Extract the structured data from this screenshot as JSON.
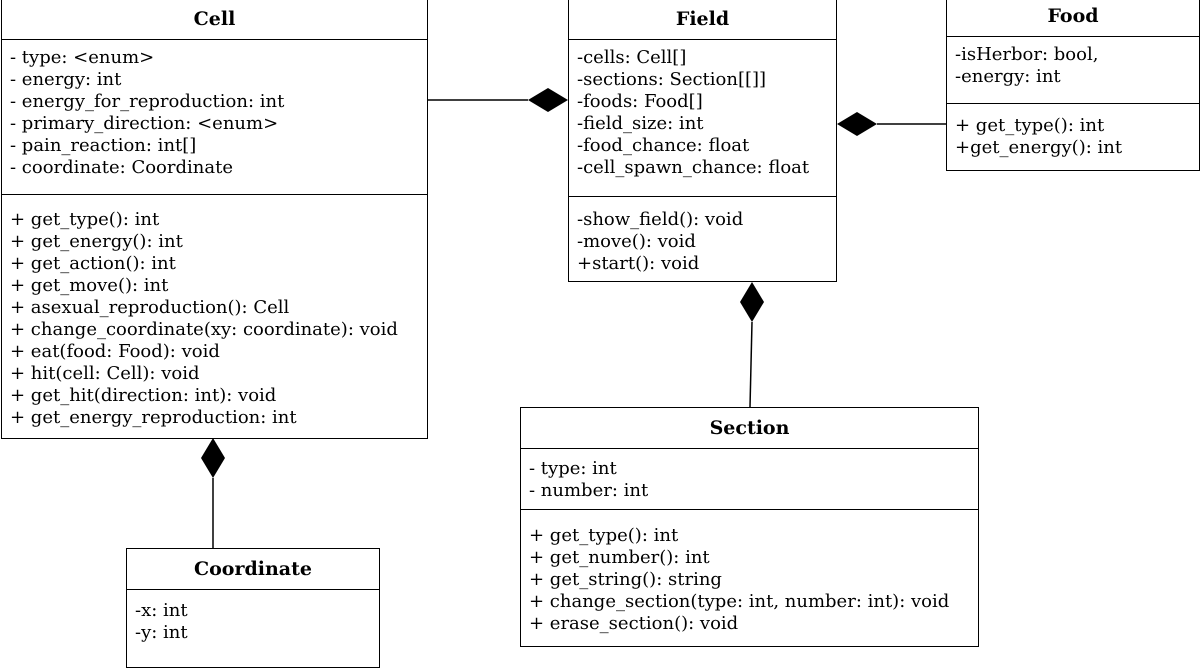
{
  "classes": {
    "cell": {
      "name": "Cell",
      "attributes": [
        "- type: <enum>",
        "- energy: int",
        "- energy_for_reproduction: int",
        "- primary_direction: <enum>",
        "- pain_reaction: int[]",
        "- coordinate: Coordinate"
      ],
      "methods": [
        "+ get_type(): int",
        "+ get_energy(): int",
        "+ get_action(): int",
        "+ get_move(): int",
        "+ asexual_reproduction(): Cell",
        "+ change_coordinate(xy: coordinate): void",
        "+ eat(food: Food): void",
        "+ hit(cell: Cell): void",
        "+ get_hit(direction: int): void",
        "+ get_energy_reproduction: int"
      ]
    },
    "field": {
      "name": "Field",
      "attributes": [
        "-cells: Cell[]",
        "-sections: Section[[]]",
        "-foods: Food[]",
        "-field_size: int",
        "-food_chance: float",
        "-cell_spawn_chance: float"
      ],
      "methods": [
        "-show_field(): void",
        "-move(): void",
        "+start(): void"
      ]
    },
    "food": {
      "name": "Food",
      "attributes": [
        "-isHerbor: bool,",
        "-energy: int"
      ],
      "methods": [
        "+ get_type(): int",
        "+get_energy(): int"
      ]
    },
    "section": {
      "name": "Section",
      "attributes": [
        "- type: int",
        "- number: int"
      ],
      "methods": [
        "+ get_type(): int",
        "+ get_number(): int",
        "+ get_string(): string",
        "+ change_section(type: int, number: int): void",
        "+ erase_section(): void"
      ]
    },
    "coordinate": {
      "name": "Coordinate",
      "attributes": [
        "-x: int",
        "-y: int"
      ],
      "methods": []
    }
  },
  "relations": [
    {
      "type": "composition",
      "whole": "field",
      "part": "cell"
    },
    {
      "type": "composition",
      "whole": "field",
      "part": "food"
    },
    {
      "type": "composition",
      "whole": "field",
      "part": "section"
    },
    {
      "type": "composition",
      "whole": "cell",
      "part": "coordinate"
    }
  ]
}
